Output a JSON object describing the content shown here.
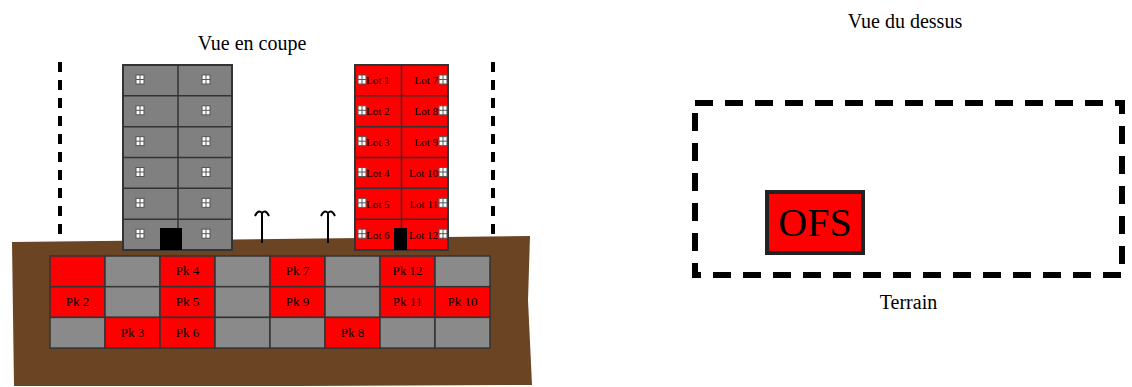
{
  "diagram": {
    "nodes": [
      {
        "text": [
          "Lot 1"
        ]
      },
      {
        "text": [
          "Lot 7"
        ]
      },
      {
        "text": [
          "Lot 2"
        ]
      },
      {
        "text": [
          "Lot 8"
        ]
      },
      {
        "text": [
          "Lot 3"
        ]
      },
      {
        "text": [
          "Lot 9"
        ]
      },
      {
        "text": [
          "Lot 4"
        ]
      },
      {
        "text": [
          "Lot 10"
        ]
      },
      {
        "text": [
          "Lot 5"
        ]
      },
      {
        "text": [
          "Lot 11"
        ]
      },
      {
        "text": [
          "Lot 6"
        ]
      },
      {
        "text": [
          "Lot 12"
        ]
      },
      {
        "text": [
          "Pk 4"
        ]
      },
      {
        "text": [
          "Pk 7"
        ]
      },
      {
        "text": [
          "Pk 12"
        ]
      },
      {
        "text": [
          "Pk 2"
        ]
      },
      {
        "text": [
          "Pk 5"
        ]
      },
      {
        "text": [
          "Pk 9"
        ]
      },
      {
        "text": [
          "Pk 11"
        ]
      },
      {
        "text": [
          "Pk 10"
        ]
      },
      {
        "text": [
          "Pk 3"
        ]
      },
      {
        "text": [
          "Pk 6"
        ]
      },
      {
        "text": [
          "Pk 8"
        ]
      },
      {
        "text": [
          "Terrain"
        ]
      },
      {
        "text": [
          "OFS"
        ],
        "in": 23
      }
    ],
    "labels": [
      "Vue en coupe",
      "Vue du dessus"
    ]
  }
}
